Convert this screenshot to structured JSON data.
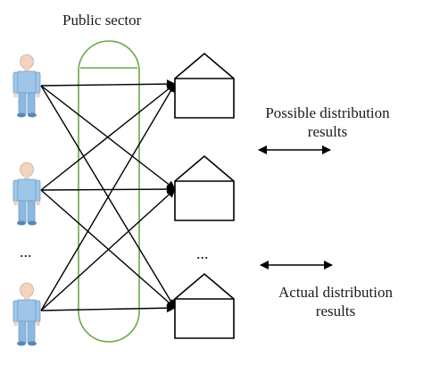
{
  "labels": {
    "public_sector": "Public sector",
    "possible_line1": "Possible distribution",
    "possible_line2": "results",
    "actual_line1": "Actual distribution",
    "actual_line2": "results",
    "ellipsis_people": "...",
    "ellipsis_houses": "..."
  },
  "colors": {
    "ellipse_stroke": "#6aa84f",
    "person_body": "#9fc6e8",
    "person_skin": "#f2d3bd",
    "line": "#000000"
  },
  "icons": {
    "person": "person-icon",
    "house": "house-icon",
    "double_arrow": "double-arrow-icon"
  }
}
